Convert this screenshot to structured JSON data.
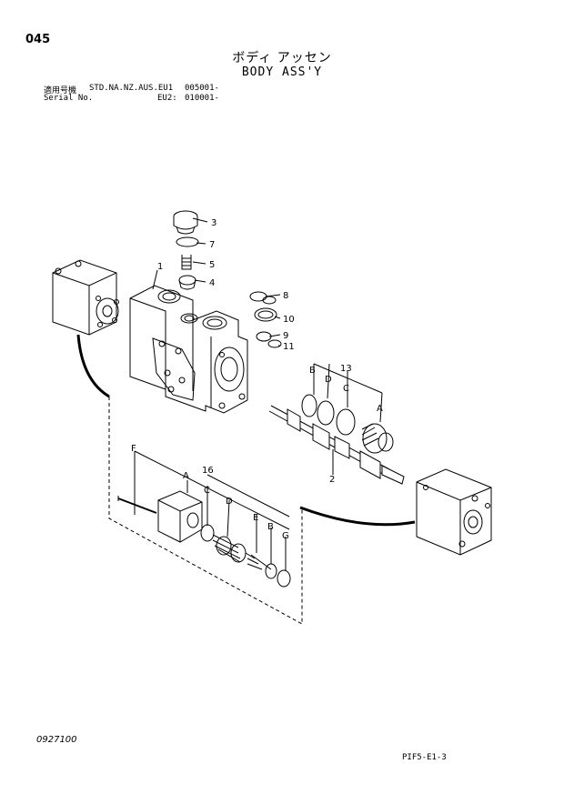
{
  "header": {
    "page_number": "045",
    "title_jp": "ボディ アッセン",
    "title_en": "BODY ASS'Y"
  },
  "meta": {
    "applicable_label": "適用号機",
    "applicable_models": "STD.NA.NZ.AUS.EU1",
    "applicable_serial": "005001-",
    "serial_label": "Serial No.",
    "eu2_label": "EU2:",
    "eu2_serial": "010001-"
  },
  "callouts": {
    "c1": "1",
    "c2": "2",
    "c3": "3",
    "c4": "4",
    "c5": "5",
    "c7": "7",
    "c8": "8",
    "c9": "9",
    "c10": "10",
    "c11": "11",
    "c13": "13",
    "c16": "16",
    "tB": "B",
    "tD": "D",
    "tC": "C",
    "tA": "A",
    "bF": "F",
    "bA": "A",
    "bC": "C",
    "bD": "D",
    "bE": "E",
    "bB": "B",
    "bG": "G"
  },
  "footer": {
    "doc_code": "0927100",
    "figure_code": "PIF5-E1-3"
  }
}
